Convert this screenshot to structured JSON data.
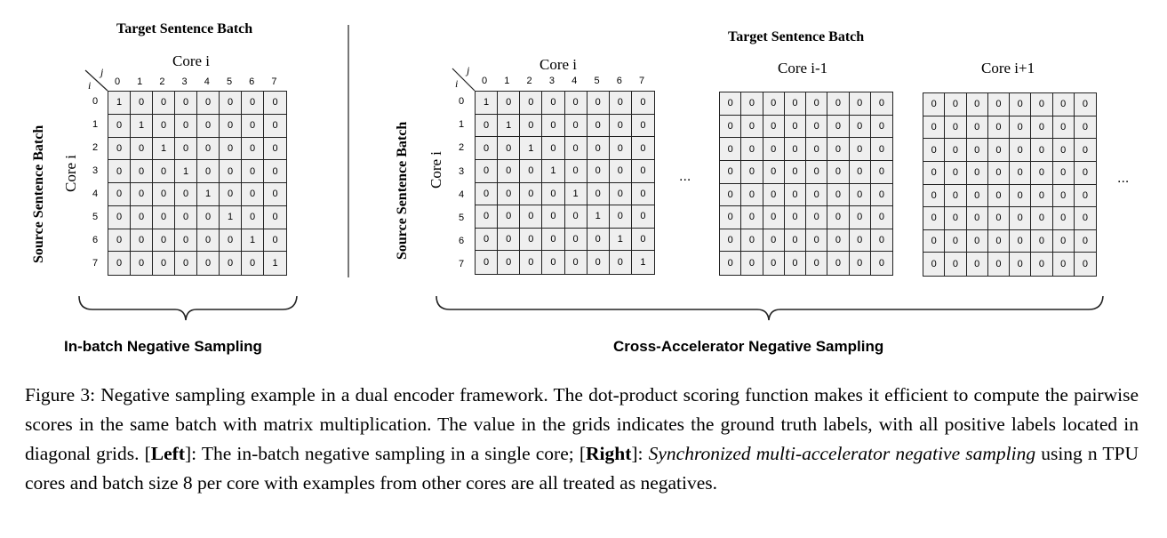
{
  "left_panel": {
    "title": "Target Sentence Batch",
    "column_group_label": "Core i",
    "row_axis_label": "Source Sentence Batch",
    "row_group_label": "Core i",
    "corner_col_symbol": "j",
    "corner_row_symbol": "i",
    "col_indices": [
      "0",
      "1",
      "2",
      "3",
      "4",
      "5",
      "6",
      "7"
    ],
    "row_indices": [
      "0",
      "1",
      "2",
      "3",
      "4",
      "5",
      "6",
      "7"
    ],
    "grid": [
      [
        "1",
        "0",
        "0",
        "0",
        "0",
        "0",
        "0",
        "0"
      ],
      [
        "0",
        "1",
        "0",
        "0",
        "0",
        "0",
        "0",
        "0"
      ],
      [
        "0",
        "0",
        "1",
        "0",
        "0",
        "0",
        "0",
        "0"
      ],
      [
        "0",
        "0",
        "0",
        "1",
        "0",
        "0",
        "0",
        "0"
      ],
      [
        "0",
        "0",
        "0",
        "0",
        "1",
        "0",
        "0",
        "0"
      ],
      [
        "0",
        "0",
        "0",
        "0",
        "0",
        "1",
        "0",
        "0"
      ],
      [
        "0",
        "0",
        "0",
        "0",
        "0",
        "0",
        "1",
        "0"
      ],
      [
        "0",
        "0",
        "0",
        "0",
        "0",
        "0",
        "0",
        "1"
      ]
    ],
    "section_label": "In-batch Negative Sampling"
  },
  "right_panel": {
    "title": "Target Sentence Batch",
    "row_axis_label": "Source Sentence Batch",
    "row_group_label": "Core i",
    "corner_col_symbol": "j",
    "corner_row_symbol": "i",
    "col_indices": [
      "0",
      "1",
      "2",
      "3",
      "4",
      "5",
      "6",
      "7"
    ],
    "row_indices": [
      "0",
      "1",
      "2",
      "3",
      "4",
      "5",
      "6",
      "7"
    ],
    "ellipsis": "...",
    "cores": [
      {
        "label": "Core i",
        "grid": [
          [
            "1",
            "0",
            "0",
            "0",
            "0",
            "0",
            "0",
            "0"
          ],
          [
            "0",
            "1",
            "0",
            "0",
            "0",
            "0",
            "0",
            "0"
          ],
          [
            "0",
            "0",
            "1",
            "0",
            "0",
            "0",
            "0",
            "0"
          ],
          [
            "0",
            "0",
            "0",
            "1",
            "0",
            "0",
            "0",
            "0"
          ],
          [
            "0",
            "0",
            "0",
            "0",
            "1",
            "0",
            "0",
            "0"
          ],
          [
            "0",
            "0",
            "0",
            "0",
            "0",
            "1",
            "0",
            "0"
          ],
          [
            "0",
            "0",
            "0",
            "0",
            "0",
            "0",
            "1",
            "0"
          ],
          [
            "0",
            "0",
            "0",
            "0",
            "0",
            "0",
            "0",
            "1"
          ]
        ]
      },
      {
        "label": "Core i-1",
        "grid": [
          [
            "0",
            "0",
            "0",
            "0",
            "0",
            "0",
            "0",
            "0"
          ],
          [
            "0",
            "0",
            "0",
            "0",
            "0",
            "0",
            "0",
            "0"
          ],
          [
            "0",
            "0",
            "0",
            "0",
            "0",
            "0",
            "0",
            "0"
          ],
          [
            "0",
            "0",
            "0",
            "0",
            "0",
            "0",
            "0",
            "0"
          ],
          [
            "0",
            "0",
            "0",
            "0",
            "0",
            "0",
            "0",
            "0"
          ],
          [
            "0",
            "0",
            "0",
            "0",
            "0",
            "0",
            "0",
            "0"
          ],
          [
            "0",
            "0",
            "0",
            "0",
            "0",
            "0",
            "0",
            "0"
          ],
          [
            "0",
            "0",
            "0",
            "0",
            "0",
            "0",
            "0",
            "0"
          ]
        ]
      },
      {
        "label": "Core i+1",
        "grid": [
          [
            "0",
            "0",
            "0",
            "0",
            "0",
            "0",
            "0",
            "0"
          ],
          [
            "0",
            "0",
            "0",
            "0",
            "0",
            "0",
            "0",
            "0"
          ],
          [
            "0",
            "0",
            "0",
            "0",
            "0",
            "0",
            "0",
            "0"
          ],
          [
            "0",
            "0",
            "0",
            "0",
            "0",
            "0",
            "0",
            "0"
          ],
          [
            "0",
            "0",
            "0",
            "0",
            "0",
            "0",
            "0",
            "0"
          ],
          [
            "0",
            "0",
            "0",
            "0",
            "0",
            "0",
            "0",
            "0"
          ],
          [
            "0",
            "0",
            "0",
            "0",
            "0",
            "0",
            "0",
            "0"
          ],
          [
            "0",
            "0",
            "0",
            "0",
            "0",
            "0",
            "0",
            "0"
          ]
        ]
      }
    ],
    "section_label": "Cross-Accelerator Negative Sampling"
  },
  "caption": {
    "prefix": "Figure 3:  Negative sampling example in a dual encoder framework.  The dot-product scoring function makes it efficient to compute the pairwise scores in the same batch with matrix multiplication.  The value in the grids indicates the ground truth labels, with all positive labels located in diagonal grids. ",
    "left_bracket_open": "[",
    "left_tag": "Left",
    "left_bracket_close": "]",
    "left_text": ": The in-batch negative sampling in a single core; ",
    "right_bracket_open": "[",
    "right_tag": "Right",
    "right_bracket_close": "]",
    "right_colon": ": ",
    "right_italic": "Synchronized multi-accelerator negative sampling",
    "suffix": " using n TPU cores and batch size 8 per core with examples from other cores are all treated as negatives."
  }
}
